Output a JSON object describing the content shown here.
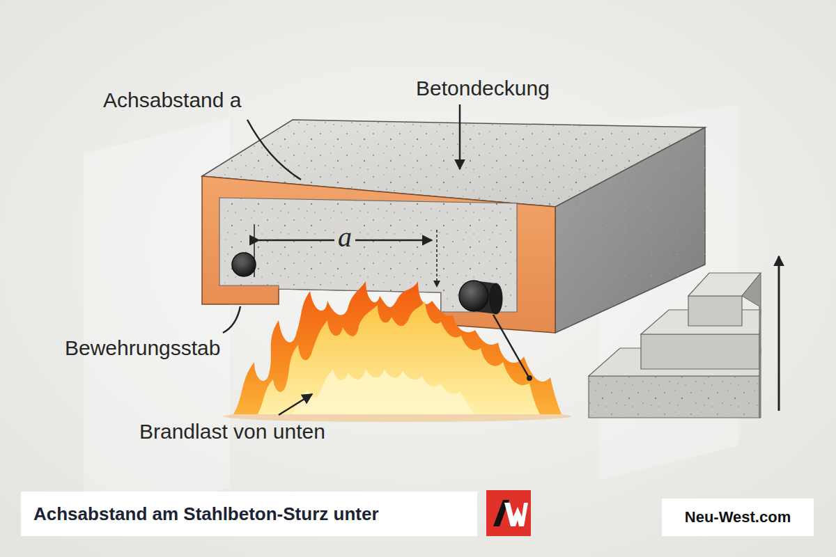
{
  "diagram": {
    "title": "Achsabstand am Stahlbeton-Sturz unter",
    "labels": [
      "Achsabstand a",
      "Betondeckung",
      "a",
      "Bewehrungsstab",
      "Brandlast von unten",
      "Neu-West.com"
    ]
  }
}
